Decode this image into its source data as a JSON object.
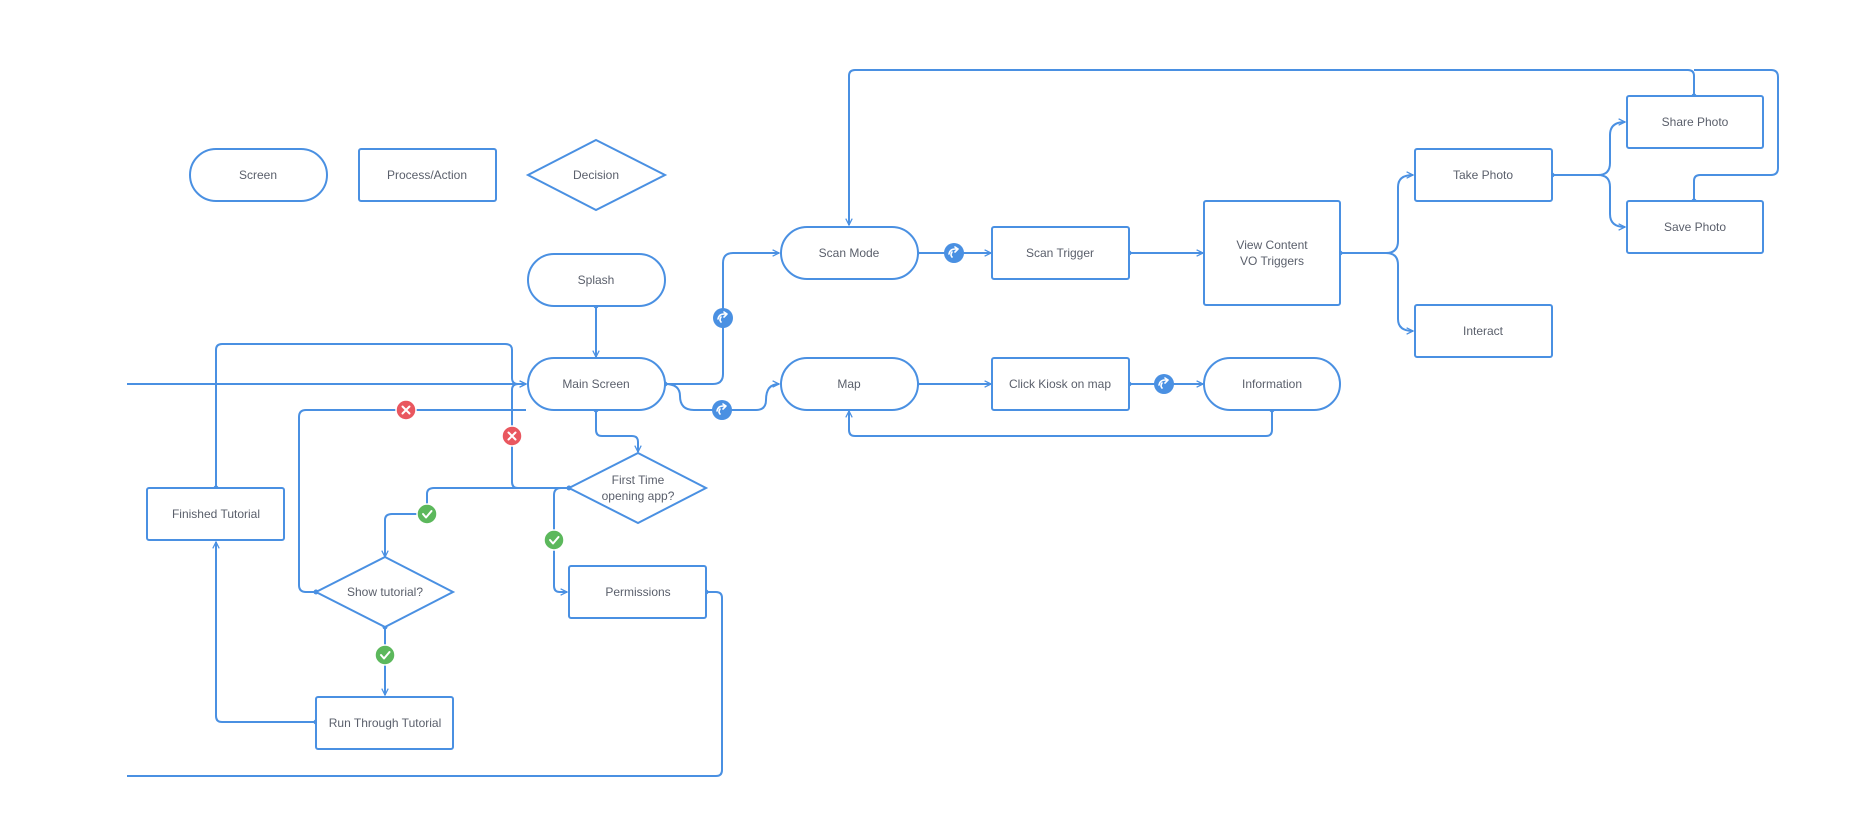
{
  "legend": {
    "screen": "Screen",
    "process": "Process/Action",
    "decision": "Decision"
  },
  "nodes": {
    "splash": "Splash",
    "main_screen": "Main Screen",
    "scan_mode": "Scan Mode",
    "scan_trigger": "Scan Trigger",
    "view_content_line1": "View Content",
    "view_content_line2": "VO Triggers",
    "take_photo": "Take Photo",
    "share_photo": "Share Photo",
    "save_photo": "Save Photo",
    "interact": "Interact",
    "map": "Map",
    "click_kiosk": "Click Kiosk on map",
    "information": "Information",
    "first_time_line1": "First Time",
    "first_time_line2": "opening app?",
    "show_tutorial": "Show tutorial?",
    "permissions": "Permissions",
    "finished_tutorial": "Finished Tutorial",
    "run_tutorial": "Run Through Tutorial"
  },
  "colors": {
    "line": "#4a90e2",
    "text": "#5a5f6b",
    "yes_badge": "#5cb85c",
    "no_badge": "#e9575f",
    "gesture_badge": "#4a90e2"
  },
  "icons": {
    "yes": "check-icon",
    "no": "x-icon",
    "tap": "tap-gesture-icon"
  }
}
